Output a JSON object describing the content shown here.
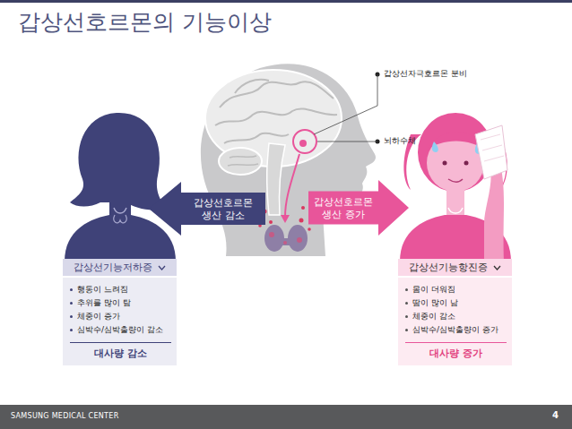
{
  "diagram": {
    "title": "갑상선호르몬의 기능이상",
    "nodes": [
      {
        "text": [
          "갑상선호르몬 생산 감소"
        ]
      },
      {
        "text": [
          "갑상선호르몬 생산 증가"
        ]
      },
      {
        "text": [
          "갑상선기능저하증"
        ]
      },
      {
        "text": [
          "행동이 느려짐",
          "추위를 많이 탐",
          "체중이 증가",
          "심박수/심박출량이 감소",
          "대사량 감소"
        ]
      },
      {
        "text": [
          "갑상선기능항진증"
        ]
      },
      {
        "text": [
          "몸이 더워짐",
          "땀이 많이 남",
          "체중이 감소",
          "심박수/심박출량이 증가",
          "대사량 증가"
        ]
      }
    ],
    "labels": [
      "갑상선자극호르몬 분비",
      "뇌하수체",
      "SAMSUNG MEDICAL CENTER",
      "4"
    ]
  }
}
